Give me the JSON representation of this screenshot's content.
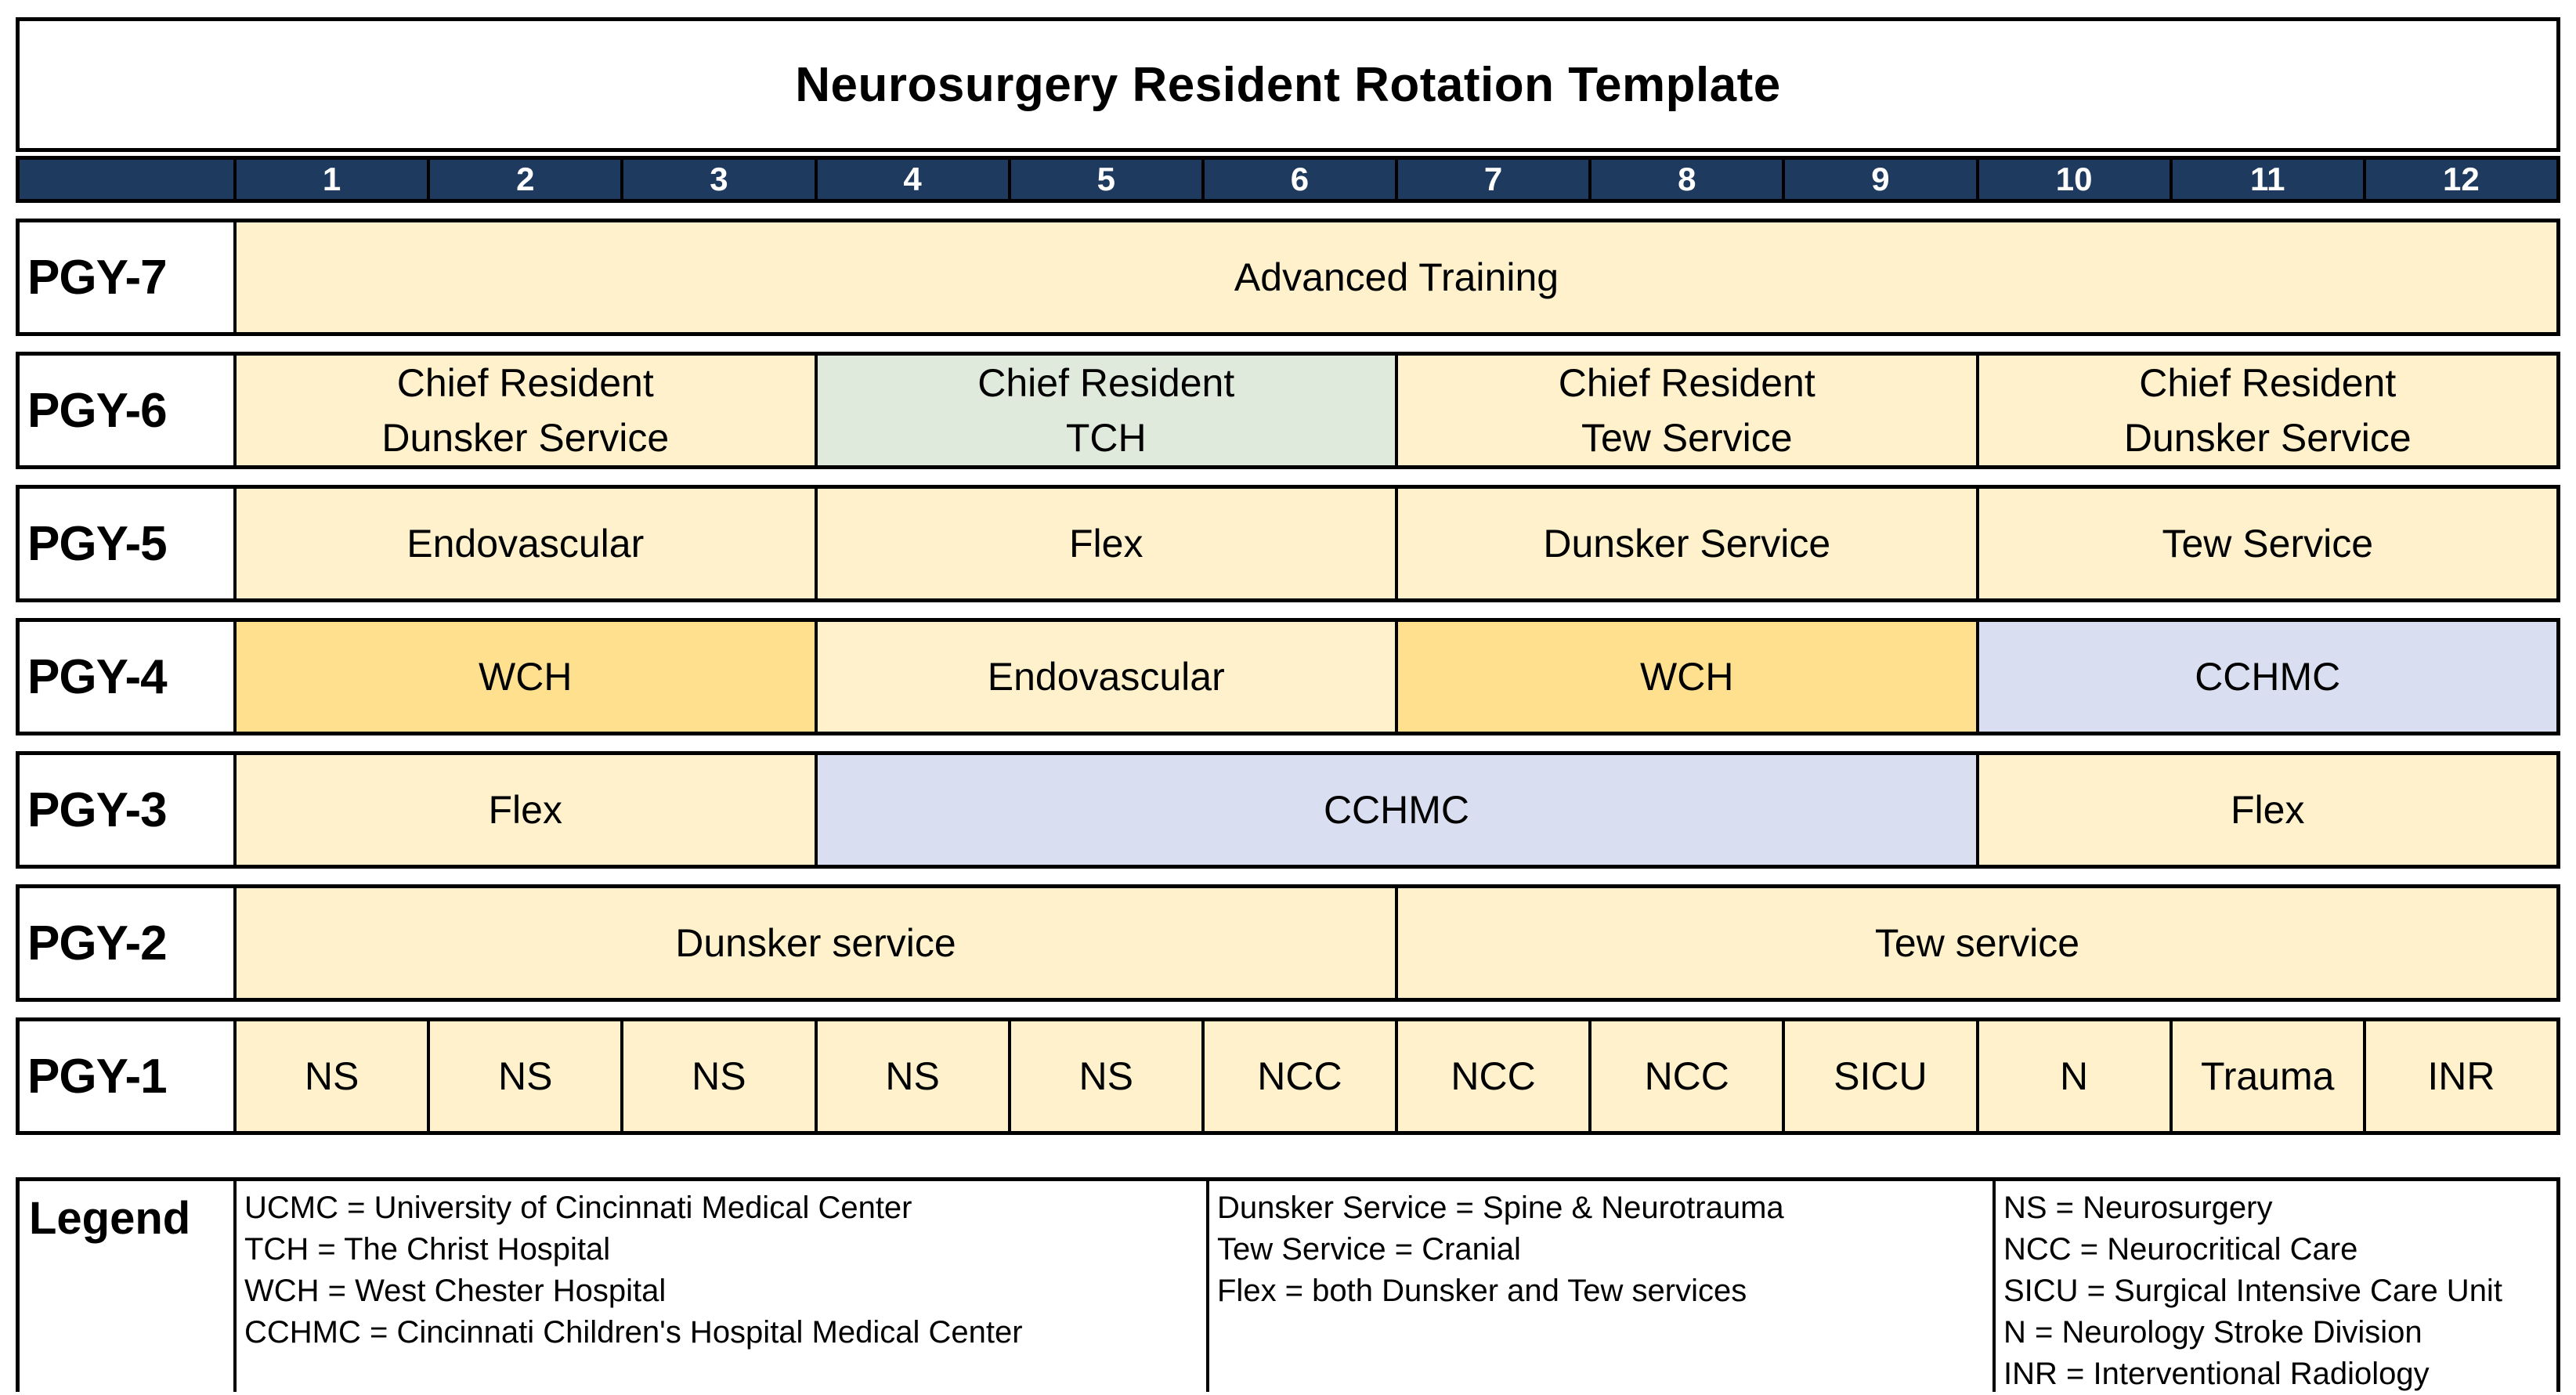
{
  "title": "Neurosurgery Resident Rotation Template",
  "months": [
    "1",
    "2",
    "3",
    "4",
    "5",
    "6",
    "7",
    "8",
    "9",
    "10",
    "11",
    "12"
  ],
  "colors": {
    "navy": "#1f3a5f",
    "cream": "#fff1cc",
    "gold": "#ffe08f",
    "green": "#dfeadd",
    "lavender": "#d9def0"
  },
  "rows": [
    {
      "label": "PGY-7",
      "cells": [
        {
          "lines": [
            "Advanced Training"
          ],
          "span": 12,
          "color": "cream"
        }
      ]
    },
    {
      "label": "PGY-6",
      "cells": [
        {
          "lines": [
            "Chief Resident",
            "Dunsker Service"
          ],
          "span": 3,
          "color": "cream"
        },
        {
          "lines": [
            "Chief Resident",
            "TCH"
          ],
          "span": 3,
          "color": "green"
        },
        {
          "lines": [
            "Chief Resident",
            "Tew Service"
          ],
          "span": 3,
          "color": "cream"
        },
        {
          "lines": [
            "Chief Resident",
            "Dunsker Service"
          ],
          "span": 3,
          "color": "cream"
        }
      ]
    },
    {
      "label": "PGY-5",
      "cells": [
        {
          "lines": [
            "Endovascular"
          ],
          "span": 3,
          "color": "cream"
        },
        {
          "lines": [
            "Flex"
          ],
          "span": 3,
          "color": "cream"
        },
        {
          "lines": [
            "Dunsker Service"
          ],
          "span": 3,
          "color": "cream"
        },
        {
          "lines": [
            "Tew Service"
          ],
          "span": 3,
          "color": "cream"
        }
      ]
    },
    {
      "label": "PGY-4",
      "cells": [
        {
          "lines": [
            "WCH"
          ],
          "span": 3,
          "color": "gold"
        },
        {
          "lines": [
            "Endovascular"
          ],
          "span": 3,
          "color": "cream"
        },
        {
          "lines": [
            "WCH"
          ],
          "span": 3,
          "color": "gold"
        },
        {
          "lines": [
            "CCHMC"
          ],
          "span": 3,
          "color": "lavender"
        }
      ]
    },
    {
      "label": "PGY-3",
      "cells": [
        {
          "lines": [
            "Flex"
          ],
          "span": 3,
          "color": "cream"
        },
        {
          "lines": [
            "CCHMC"
          ],
          "span": 6,
          "color": "lavender"
        },
        {
          "lines": [
            "Flex"
          ],
          "span": 3,
          "color": "cream"
        }
      ]
    },
    {
      "label": "PGY-2",
      "cells": [
        {
          "lines": [
            "Dunsker service"
          ],
          "span": 6,
          "color": "cream"
        },
        {
          "lines": [
            "Tew service"
          ],
          "span": 6,
          "color": "cream"
        }
      ]
    },
    {
      "label": "PGY-1",
      "cells": [
        {
          "lines": [
            "NS"
          ],
          "span": 1,
          "color": "cream"
        },
        {
          "lines": [
            "NS"
          ],
          "span": 1,
          "color": "cream"
        },
        {
          "lines": [
            "NS"
          ],
          "span": 1,
          "color": "cream"
        },
        {
          "lines": [
            "NS"
          ],
          "span": 1,
          "color": "cream"
        },
        {
          "lines": [
            "NS"
          ],
          "span": 1,
          "color": "cream"
        },
        {
          "lines": [
            "NCC"
          ],
          "span": 1,
          "color": "cream"
        },
        {
          "lines": [
            "NCC"
          ],
          "span": 1,
          "color": "cream"
        },
        {
          "lines": [
            "NCC"
          ],
          "span": 1,
          "color": "cream"
        },
        {
          "lines": [
            "SICU"
          ],
          "span": 1,
          "color": "cream"
        },
        {
          "lines": [
            "N"
          ],
          "span": 1,
          "color": "cream"
        },
        {
          "lines": [
            "Trauma"
          ],
          "span": 1,
          "color": "cream"
        },
        {
          "lines": [
            "INR"
          ],
          "span": 1,
          "color": "cream"
        }
      ]
    }
  ],
  "legend": {
    "label": "Legend",
    "columns": [
      {
        "items": [
          "UCMC = University of Cincinnati Medical Center",
          "TCH = The Christ Hospital",
          "WCH = West Chester Hospital",
          "CCHMC = Cincinnati Children's Hospital Medical Center"
        ]
      },
      {
        "items": [
          "Dunsker Service = Spine & Neurotrauma",
          "Tew Service = Cranial",
          "Flex = both Dunsker and Tew services"
        ]
      },
      {
        "items": [
          "NS = Neurosurgery",
          "NCC = Neurocritical Care",
          "SICU = Surgical Intensive Care Unit",
          "N = Neurology Stroke Division",
          "INR = Interventional Radiology"
        ]
      }
    ]
  }
}
